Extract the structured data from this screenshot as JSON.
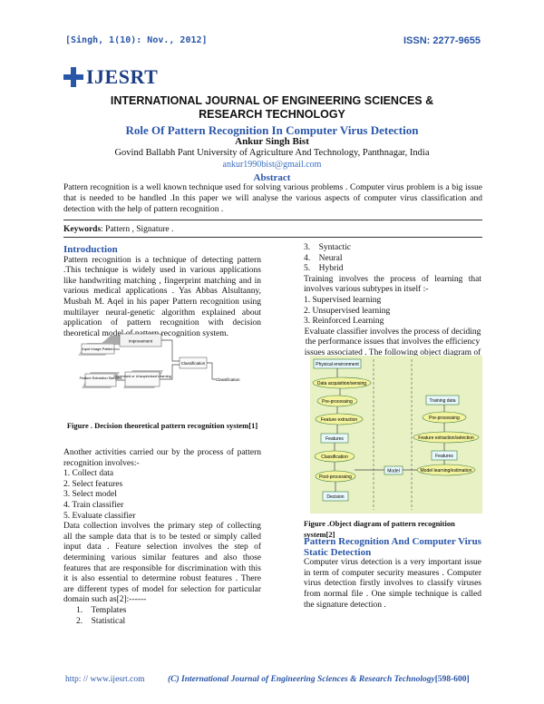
{
  "header": {
    "citation": "[Singh, 1(10): Nov., 2012]",
    "issn": "ISSN: 2277-9655"
  },
  "logo": {
    "text": "IJESRT"
  },
  "journal_name": "INTERNATIONAL JOURNAL OF ENGINEERING SCIENCES & RESEARCH TECHNOLOGY",
  "paper": {
    "title": "Role Of Pattern Recognition In Computer Virus Detection",
    "author": "Ankur Singh Bist",
    "affiliation": "Govind Ballabh Pant University of Agriculture And Technology, Panthnagar, India",
    "email": "ankur1990bist@gmail.com"
  },
  "abstract": {
    "heading": "Abstract",
    "text": "Pattern recognition is a well known technique used for solving various problems . Computer virus problem is a big issue that is needed to be handled .In this paper we will analyse the various aspects of computer virus classification and detection with the help of pattern recognition ."
  },
  "keywords": {
    "label": "Keywords",
    "text": ": Pattern , Signature ."
  },
  "intro": {
    "heading": "Introduction",
    "para1": "Pattern recognition is a technique of detecting pattern .This technique is widely used in various applications like handwriting matching , fingerprint matching and in various medical applications . Yas Abbas Alsultanny, Musbah M. Aqel in his paper Pattern recognition using multilayer neural-genetic algorithm explained about application of pattern recognition with decision theoretical model of pattern recognition system.",
    "fig1_labels": [
      "Improvement",
      "Input Image Pattern",
      "Classification",
      "Feature Extraction Samples",
      "Supervised or Unsupervised Learning",
      "Classification"
    ],
    "fig1_caption": "Figure . Decision theoretical pattern recognition system[1]",
    "para2": "Another activities carried our by the process of pattern recognition involves:-",
    "steps": [
      "1. Collect data",
      "2. Select features",
      "3. Select model",
      "4. Train classifier",
      "5. Evaluate classifier"
    ],
    "para3": "Data collection involves the primary step of collecting all the sample data that is to be tested or simply called input data . Feature selection involves the step of determining various similar features and also those features that are responsible for discrimination with this it is also essential to determine robust features . There are different types of model for selection for particular domain such as[2]:------",
    "models_left": [
      "1.    Templates",
      "2.    Statistical"
    ]
  },
  "right": {
    "models_right": [
      "3.    Syntactic",
      "4.    Neural",
      "5.    Hybrid"
    ],
    "para1": "Training involves the process of learning that involves various subtypes in itself :-",
    "training": [
      "1. Supervised learning",
      "2. Unsupervised learning",
      "3. Reinforced Learning"
    ],
    "para2": "Evaluate classifier involves the process of deciding the performance issues that involves the efficiency issues associated . The following object diagram of pattern recognition explains various activities involved in pattern recognition",
    "fig2_left": [
      "Physical environment",
      "Data acquisition/sensing",
      "Pre-processing",
      "Feature extraction",
      "Features",
      "Classification",
      "Post-processing",
      "Decision"
    ],
    "fig2_right": [
      "Training data",
      "Pre-processing",
      "Feature extraction/selection",
      "Features",
      "Model learning/estimation"
    ],
    "fig2_model": "Model",
    "fig2_caption": "Figure .Object diagram of pattern recognition system[2]",
    "heading2": "Pattern Recognition And Computer Virus Static Detection",
    "para3": "Computer virus detection is a very important issue in term of computer security measures . Computer virus detection firstly involves to classify viruses from normal file . One simple technique is called the signature detection ."
  },
  "footer": {
    "url": "http: // www.ijesrt.com",
    "copyright": "(C) International Journal of Engineering Sciences & Research Technology",
    "pages": "[598-600]"
  }
}
